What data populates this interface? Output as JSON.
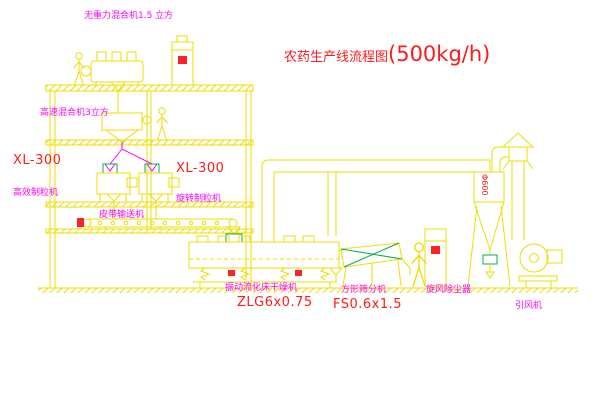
{
  "title": {
    "name": "农药生产线流程图",
    "capacity": "(500kg/h)"
  },
  "labels": {
    "gravity_mixer": "无重力混合机1.5 立方",
    "high_speed_mixer": "高速混合机3立方",
    "granulator_left_model": "XL-300",
    "granulator_left_name": "高效制粒机",
    "granulator_mid_model": "XL-300",
    "granulator_mid_name": "旋转制粒机",
    "belt_conveyor": "皮带输送机",
    "dryer_name": "振动流化床干燥机",
    "dryer_model": "ZLG6x0.75",
    "sieve_name": "方形筛分机",
    "sieve_model": "FS0.6x1.5",
    "cyclone": "旋风除尘器",
    "fan": "引风机",
    "duct_diameter": "Φ600"
  },
  "colors": {
    "equipment_line": "#eedd00",
    "accent_green": "#00b050",
    "label_magenta": "#ff00ff",
    "label_red": "#ff1a1a",
    "background": "#ffffff"
  }
}
